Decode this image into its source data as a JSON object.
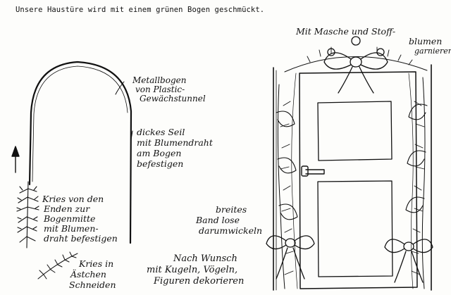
{
  "heading": "Unsere Haustüre wird mit einem grünen Bogen geschmückt.",
  "labels": {
    "metal_arch": [
      "Metallbogen",
      "von Plastic-",
      "Gewächstunnel"
    ],
    "rope": [
      "dickes Seil",
      "mit Blumendraht",
      "am Bogen",
      "befestigen"
    ],
    "brushwood": [
      "Kries von den",
      "Enden zur",
      "Bogenmitte",
      "mit Blumen-",
      "draht befestigen"
    ],
    "twigs": [
      "Kries in",
      "Ästchen",
      "Schneiden"
    ],
    "bow_top": [
      "Mit Masche und Stoff-",
      "blumen",
      "garnieren"
    ],
    "ribbon": [
      "breites",
      "Band lose",
      "darumwickeln"
    ],
    "decor": [
      "Nach Wunsch",
      "mit Kugeln, Vögeln,",
      "Figuren dekorieren"
    ]
  }
}
